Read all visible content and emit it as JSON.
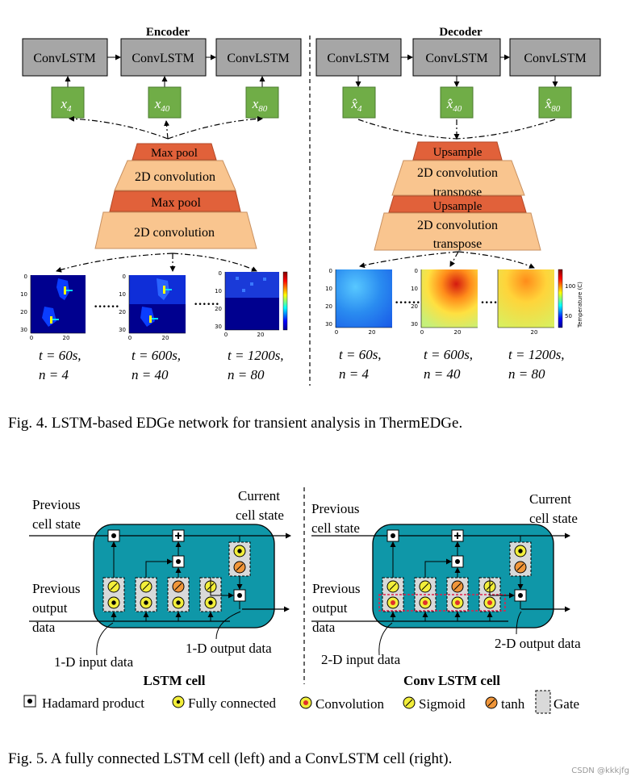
{
  "fig4": {
    "encoder_title": "Encoder",
    "decoder_title": "Decoder",
    "convlstm_label": "ConvLSTM",
    "enc_inputs": [
      "x",
      "x",
      "x"
    ],
    "enc_subs": [
      "4",
      "40",
      "80"
    ],
    "dec_outputs": [
      "x̂",
      "x̂",
      "x̂"
    ],
    "dec_subs": [
      "4",
      "40",
      "80"
    ],
    "enc_layers": [
      "Max pool",
      "2D convolution",
      "Max pool",
      "2D convolution"
    ],
    "dec_layers": [
      "Upsample",
      "2D convolution",
      "transpose",
      "Upsample",
      "2D convolution",
      "transpose"
    ],
    "enc_captions": [
      {
        "t": "t = 60s,",
        "n": "n = 4"
      },
      {
        "t": "t = 600s,",
        "n": "n = 40"
      },
      {
        "t": "t = 1200s,",
        "n": "n = 80"
      }
    ],
    "dec_captions": [
      {
        "t": "t = 60s,",
        "n": "n = 4"
      },
      {
        "t": "t = 600s,",
        "n": "n = 40"
      },
      {
        "t": "t = 1200s,",
        "n": "n = 80"
      }
    ],
    "heatmap_ticks_y": [
      "0",
      "10",
      "20",
      "30"
    ],
    "heatmap_ticks_x": [
      "0",
      "20"
    ],
    "colorbar_label": "Temperature (C)",
    "colorbar_ticks": [
      "100",
      "50"
    ],
    "caption": "Fig. 4.   LSTM-based EDGe network for transient analysis in ThermEDGe."
  },
  "fig5": {
    "prev_cell_state": [
      "Previous",
      "cell state"
    ],
    "current_cell_state": [
      "Current",
      "cell state"
    ],
    "prev_output": [
      "Previous",
      "output",
      "data"
    ],
    "input_1d": "1-D input data",
    "output_1d": "1-D output data",
    "input_2d": "2-D input data",
    "output_2d": "2-D output data",
    "lstm_title": "LSTM cell",
    "convlstm_title": "Conv LSTM cell",
    "legend": [
      "Hadamard product",
      "Fully connected",
      "Convolution",
      "Sigmoid",
      "tanh",
      "Gate"
    ],
    "caption": "Fig. 5.   A fully connected LSTM cell (left) and a ConvLSTM cell (right).",
    "watermark": "CSDN @kkkjfg"
  },
  "colors": {
    "gray_box": "#a6a6a6",
    "green_box": "#70ad47",
    "maxpool": "#e1613a",
    "conv": "#f9c58f",
    "cell": "#0f97a8",
    "sigmoid": "#f2ee3a",
    "tanh": "#f0963a"
  }
}
